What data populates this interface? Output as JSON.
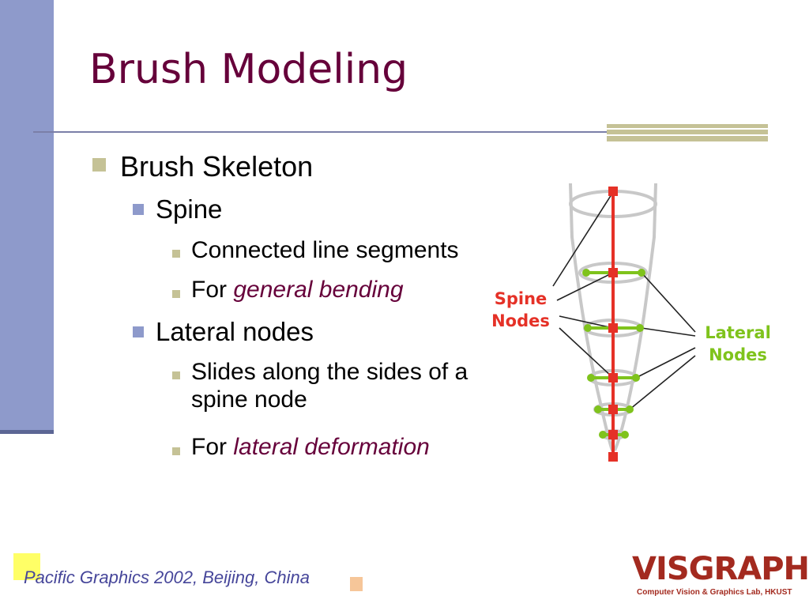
{
  "slide": {
    "title": "Brush Modeling",
    "bullets": [
      {
        "level": 1,
        "text": "Brush Skeleton"
      },
      {
        "level": 2,
        "text": "Spine"
      },
      {
        "level": 3,
        "text": "Connected line segments"
      },
      {
        "level": 3,
        "prefix": "For ",
        "accent": "general bending"
      },
      {
        "level": 2,
        "text": "Lateral nodes"
      },
      {
        "level": 3,
        "text": "Slides along the sides of a",
        "text2": "spine node"
      },
      {
        "level": 3,
        "prefix": "For ",
        "accent": "lateral deformation"
      }
    ]
  },
  "diagram": {
    "spine_label_1": "Spine",
    "spine_label_2": "Nodes",
    "lateral_label_1": "Lateral",
    "lateral_label_2": "Nodes"
  },
  "footer": {
    "text": "Pacific Graphics 2002, Beijing, China"
  },
  "logo": {
    "word": "VISGRAPH",
    "subtitle": "Computer Vision & Graphics Lab, HKUST"
  },
  "colors": {
    "title": "#66003a",
    "accent_italic": "#66003a",
    "left_bar": "#8e9acb",
    "olive_bar": "#c5c296",
    "l1_bullet": "#c5c296",
    "l2_bullet": "#8e9acb",
    "l3_bullet": "#c5c296",
    "spine_red": "#e53127",
    "lateral_green": "#7fc31c",
    "footer_text": "#46469a",
    "logo": "#a32a1f"
  }
}
